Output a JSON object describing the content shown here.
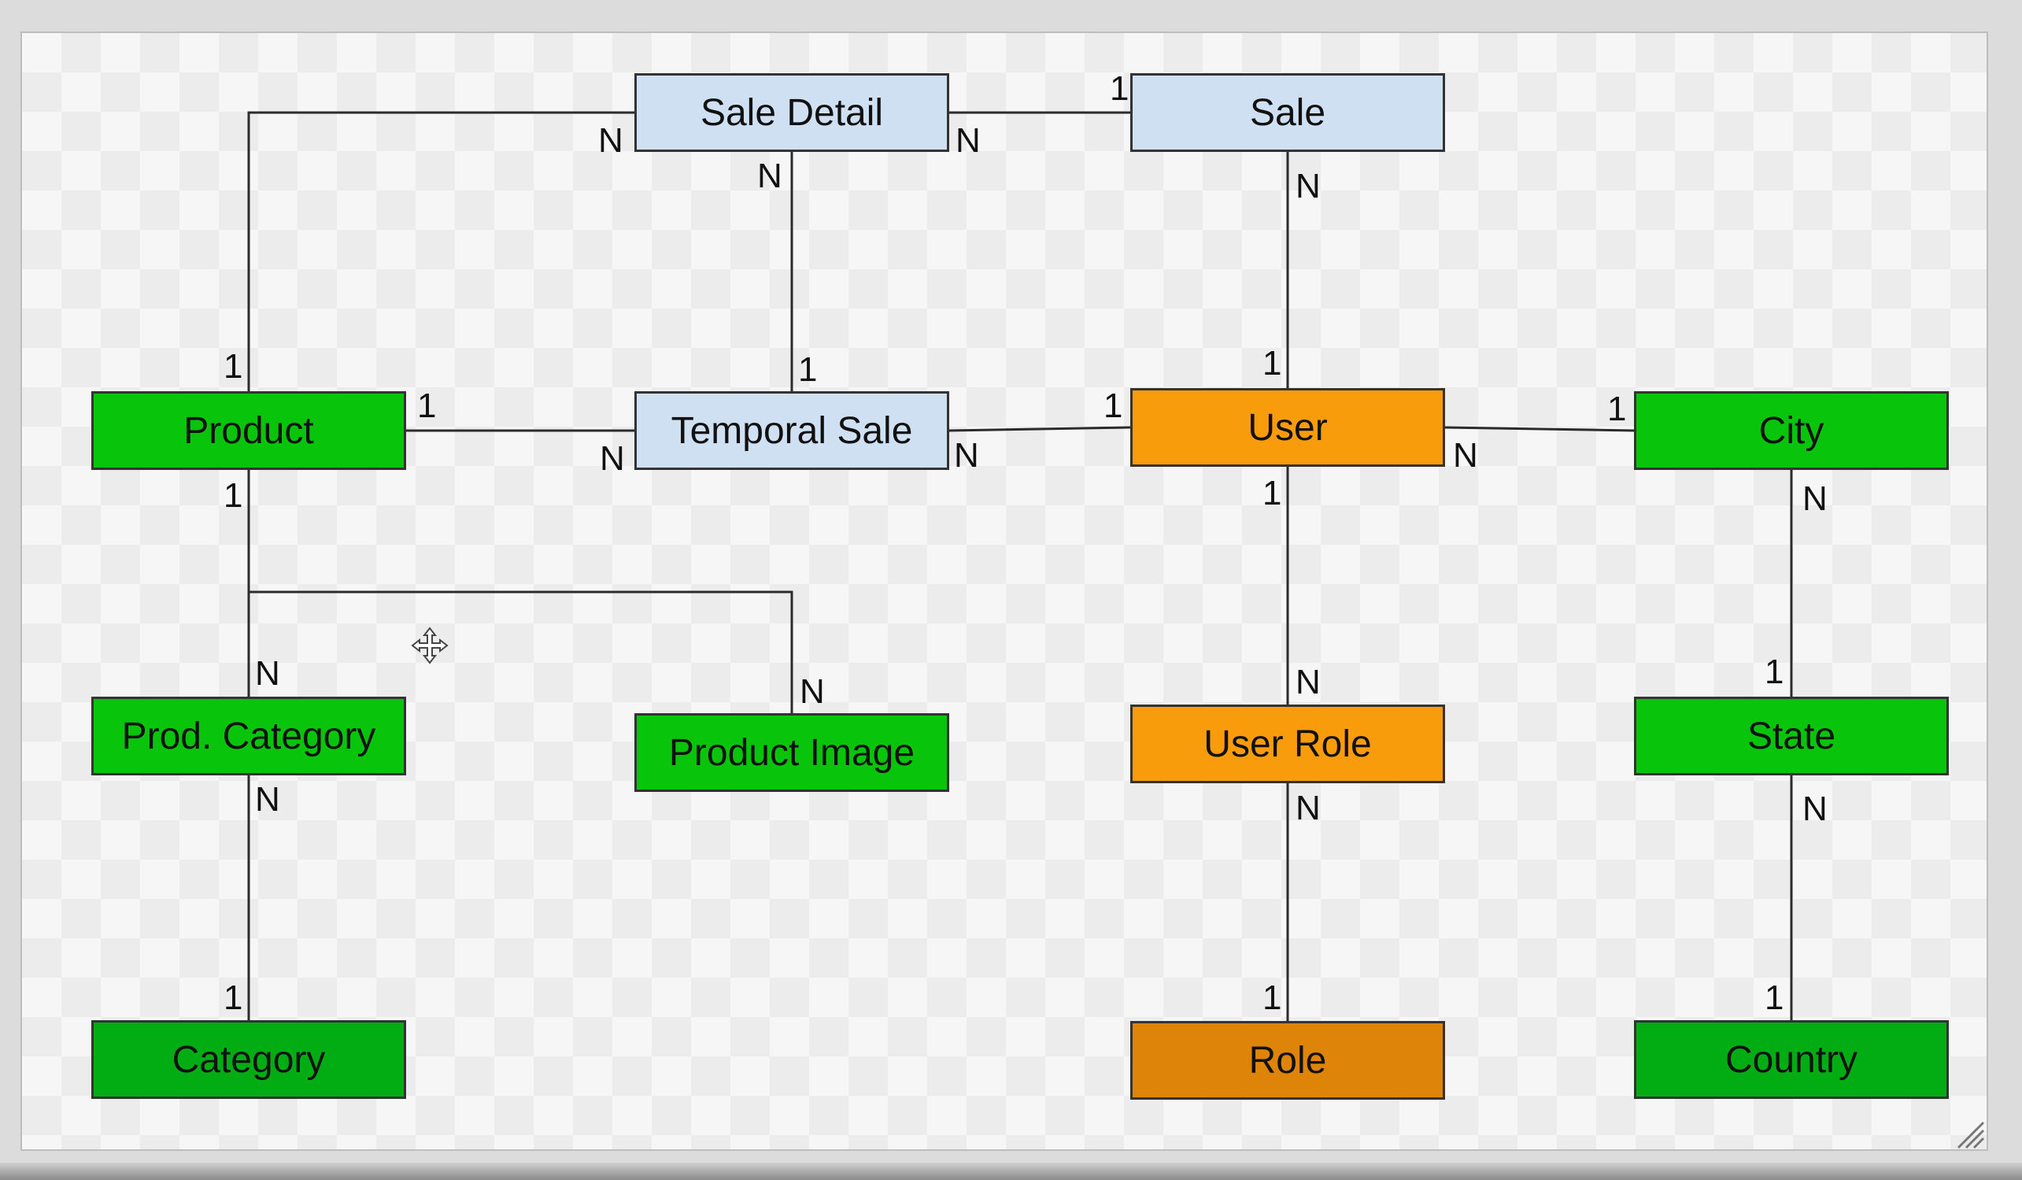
{
  "colors": {
    "blue": "#cfe0f3",
    "green": "#08c40a",
    "dark_green": "#02ad13",
    "orange": "#f99c0c",
    "dark_orange": "#dd8409",
    "line": "#2b2b2b"
  },
  "entities": {
    "sale_detail": "Sale Detail",
    "sale": "Sale",
    "product": "Product",
    "temporal_sale": "Temporal Sale",
    "user": "User",
    "city": "City",
    "prod_category": "Prod. Category",
    "product_image": "Product Image",
    "user_role": "User Role",
    "state": "State",
    "category": "Category",
    "role": "Role",
    "country": "Country"
  },
  "cardinalities": {
    "product_saledetail_product": "1",
    "product_saledetail_detail": "N",
    "saledetail_sale_detail": "N",
    "saledetail_sale_sale": "1",
    "saledetail_temporal_detail": "N",
    "saledetail_temporal_temporal": "1",
    "sale_user_sale": "N",
    "sale_user_user": "1",
    "product_temporal_product": "1",
    "product_temporal_temporal": "N",
    "temporal_user_temporal": "N",
    "temporal_user_user": "1",
    "user_city_user": "N",
    "user_city_city": "1",
    "product_children_product": "1",
    "prodcategory_top": "N",
    "productimage_top": "N",
    "user_userrole_user": "1",
    "user_userrole_role": "N",
    "city_state_city": "N",
    "city_state_state": "1",
    "prodcategory_category_top": "N",
    "prodcategory_category_bottom": "1",
    "userrole_role_top": "N",
    "userrole_role_bottom": "1",
    "state_country_top": "N",
    "state_country_bottom": "1"
  }
}
